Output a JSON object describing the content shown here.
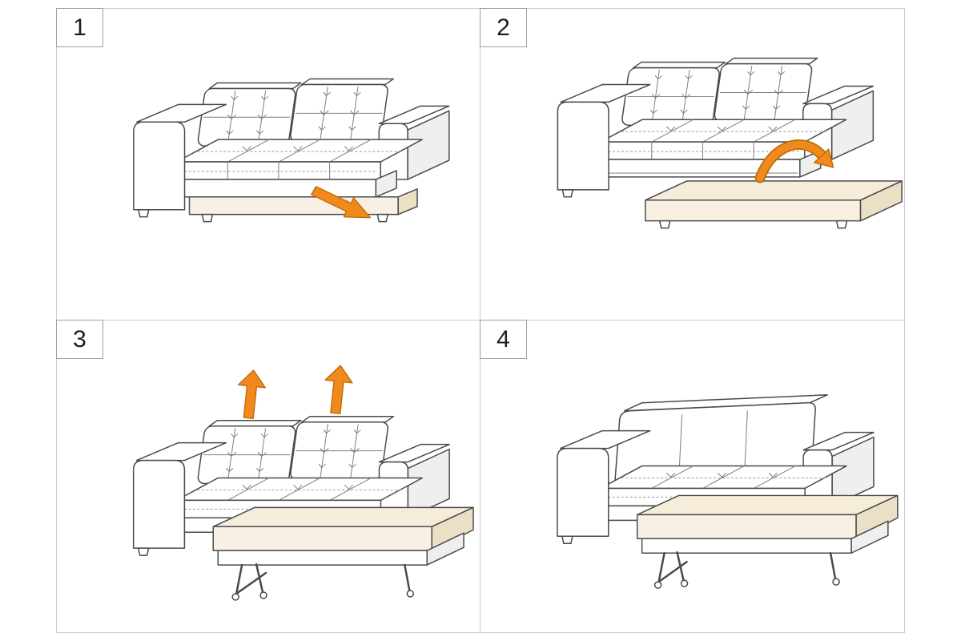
{
  "sheet": {
    "grid_rows": 2,
    "grid_cols": 2,
    "line_color": "#cbcbcb",
    "background": "#ffffff"
  },
  "colors": {
    "outline": "#4a4a4a",
    "upholstery": "#ffffff",
    "mattress_top": "#f5edda",
    "mattress_front": "#f8f1e3",
    "mattress_side": "#ebdfc6",
    "arrow_fill": "#f08a1d",
    "arrow_outline": "#c06b05"
  },
  "panels": [
    {
      "number": "1",
      "illustration": "sofa-closed-with-storage-drawer",
      "arrow_icon": "pull-out-diagonal-arrow"
    },
    {
      "number": "2",
      "illustration": "sofa-with-drawer-platform-extended",
      "arrow_icon": "flip-over-curved-arrow"
    },
    {
      "number": "3",
      "illustration": "sofa-bed-unfolded-mattress",
      "arrow_icon": "lift-up-double-arrows"
    },
    {
      "number": "4",
      "illustration": "sofa-bed-ready",
      "arrow_icon": "none"
    }
  ]
}
